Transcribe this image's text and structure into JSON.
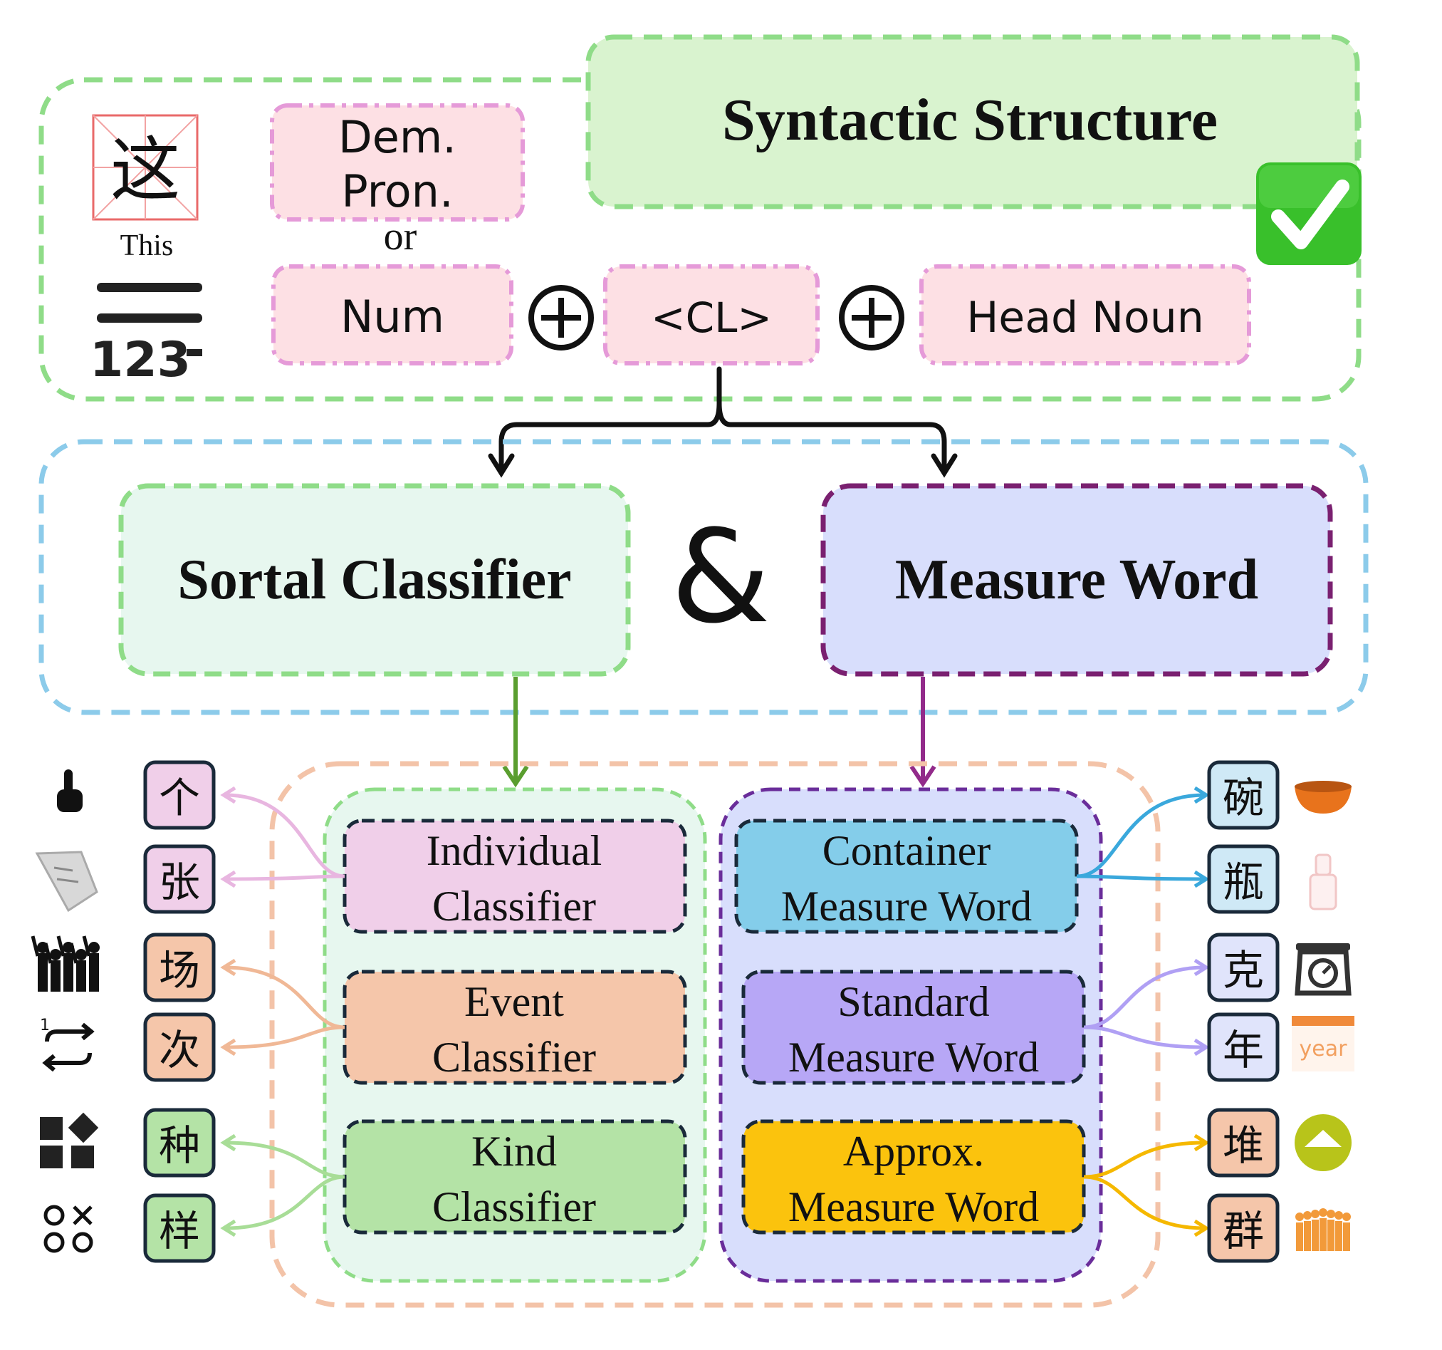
{
  "syntactic": {
    "title": "Syntactic Structure",
    "check_icon": "check-mark-icon"
  },
  "formula": {
    "char": "这",
    "char_gloss": "This",
    "dem_line1": "Dem.",
    "dem_line2": "Pron.",
    "or": "or",
    "num": "Num",
    "plus": "⊕",
    "cl": "<CL>",
    "head_noun": "Head Noun",
    "num_icon": "numbers-icon"
  },
  "types": {
    "sortal": "Sortal Classifier",
    "amp": "&",
    "measure": "Measure Word"
  },
  "classifiers": [
    {
      "line1": "Individual",
      "line2": "Classifier",
      "fill": "#f0cfe9",
      "arrow": "#e8b6e0",
      "examples": [
        {
          "char": "个",
          "icon": "pointing-hand-icon"
        },
        {
          "char": "张",
          "icon": "paper-sheet-icon"
        }
      ]
    },
    {
      "line1": "Event",
      "line2": "Classifier",
      "fill": "#f5c6aa",
      "arrow": "#f0b896",
      "examples": [
        {
          "char": "场",
          "icon": "crowd-celebration-icon"
        },
        {
          "char": "次",
          "icon": "repeat-icon"
        }
      ]
    },
    {
      "line1": "Kind",
      "line2": "Classifier",
      "fill": "#b4e3a6",
      "arrow": "#a8dd97",
      "examples": [
        {
          "char": "种",
          "icon": "shapes-icon"
        },
        {
          "char": "样",
          "icon": "symbols-icon"
        }
      ]
    }
  ],
  "measures": [
    {
      "line1": "Container",
      "line2": "Measure Word",
      "fill": "#84cdea",
      "arrow": "#3aa8dc",
      "examples": [
        {
          "char": "碗",
          "icon": "bowl-icon"
        },
        {
          "char": "瓶",
          "icon": "bottle-icon"
        }
      ]
    },
    {
      "line1": "Standard",
      "line2": "Measure Word",
      "fill": "#b7a7f6",
      "arrow": "#b0a0f4",
      "examples": [
        {
          "char": "克",
          "icon": "scale-icon"
        },
        {
          "char": "年",
          "icon": "calendar-year-icon",
          "icon_text": "year"
        }
      ]
    },
    {
      "line1": "Approx.",
      "line2": "Measure Word",
      "fill": "#fbc30d",
      "arrow": "#f5b800",
      "examples": [
        {
          "char": "堆",
          "icon": "pile-icon"
        },
        {
          "char": "群",
          "icon": "crowd-icon"
        }
      ]
    }
  ],
  "colors": {
    "green_dash": "#8fdc88",
    "blue_dash": "#8ccbea",
    "orange_dash": "#f3c3a8",
    "purple_dash": "#7a2070",
    "pink_dash": "#e59ad8",
    "pink_fill": "#fde0e4",
    "green_fill": "#d9f3cf",
    "mint_fill": "#e7f7ef",
    "lavender_fill": "#d8defc",
    "green_arrow": "#5a9e2f",
    "purple_arrow": "#922a8a",
    "check": "#39c02b"
  }
}
